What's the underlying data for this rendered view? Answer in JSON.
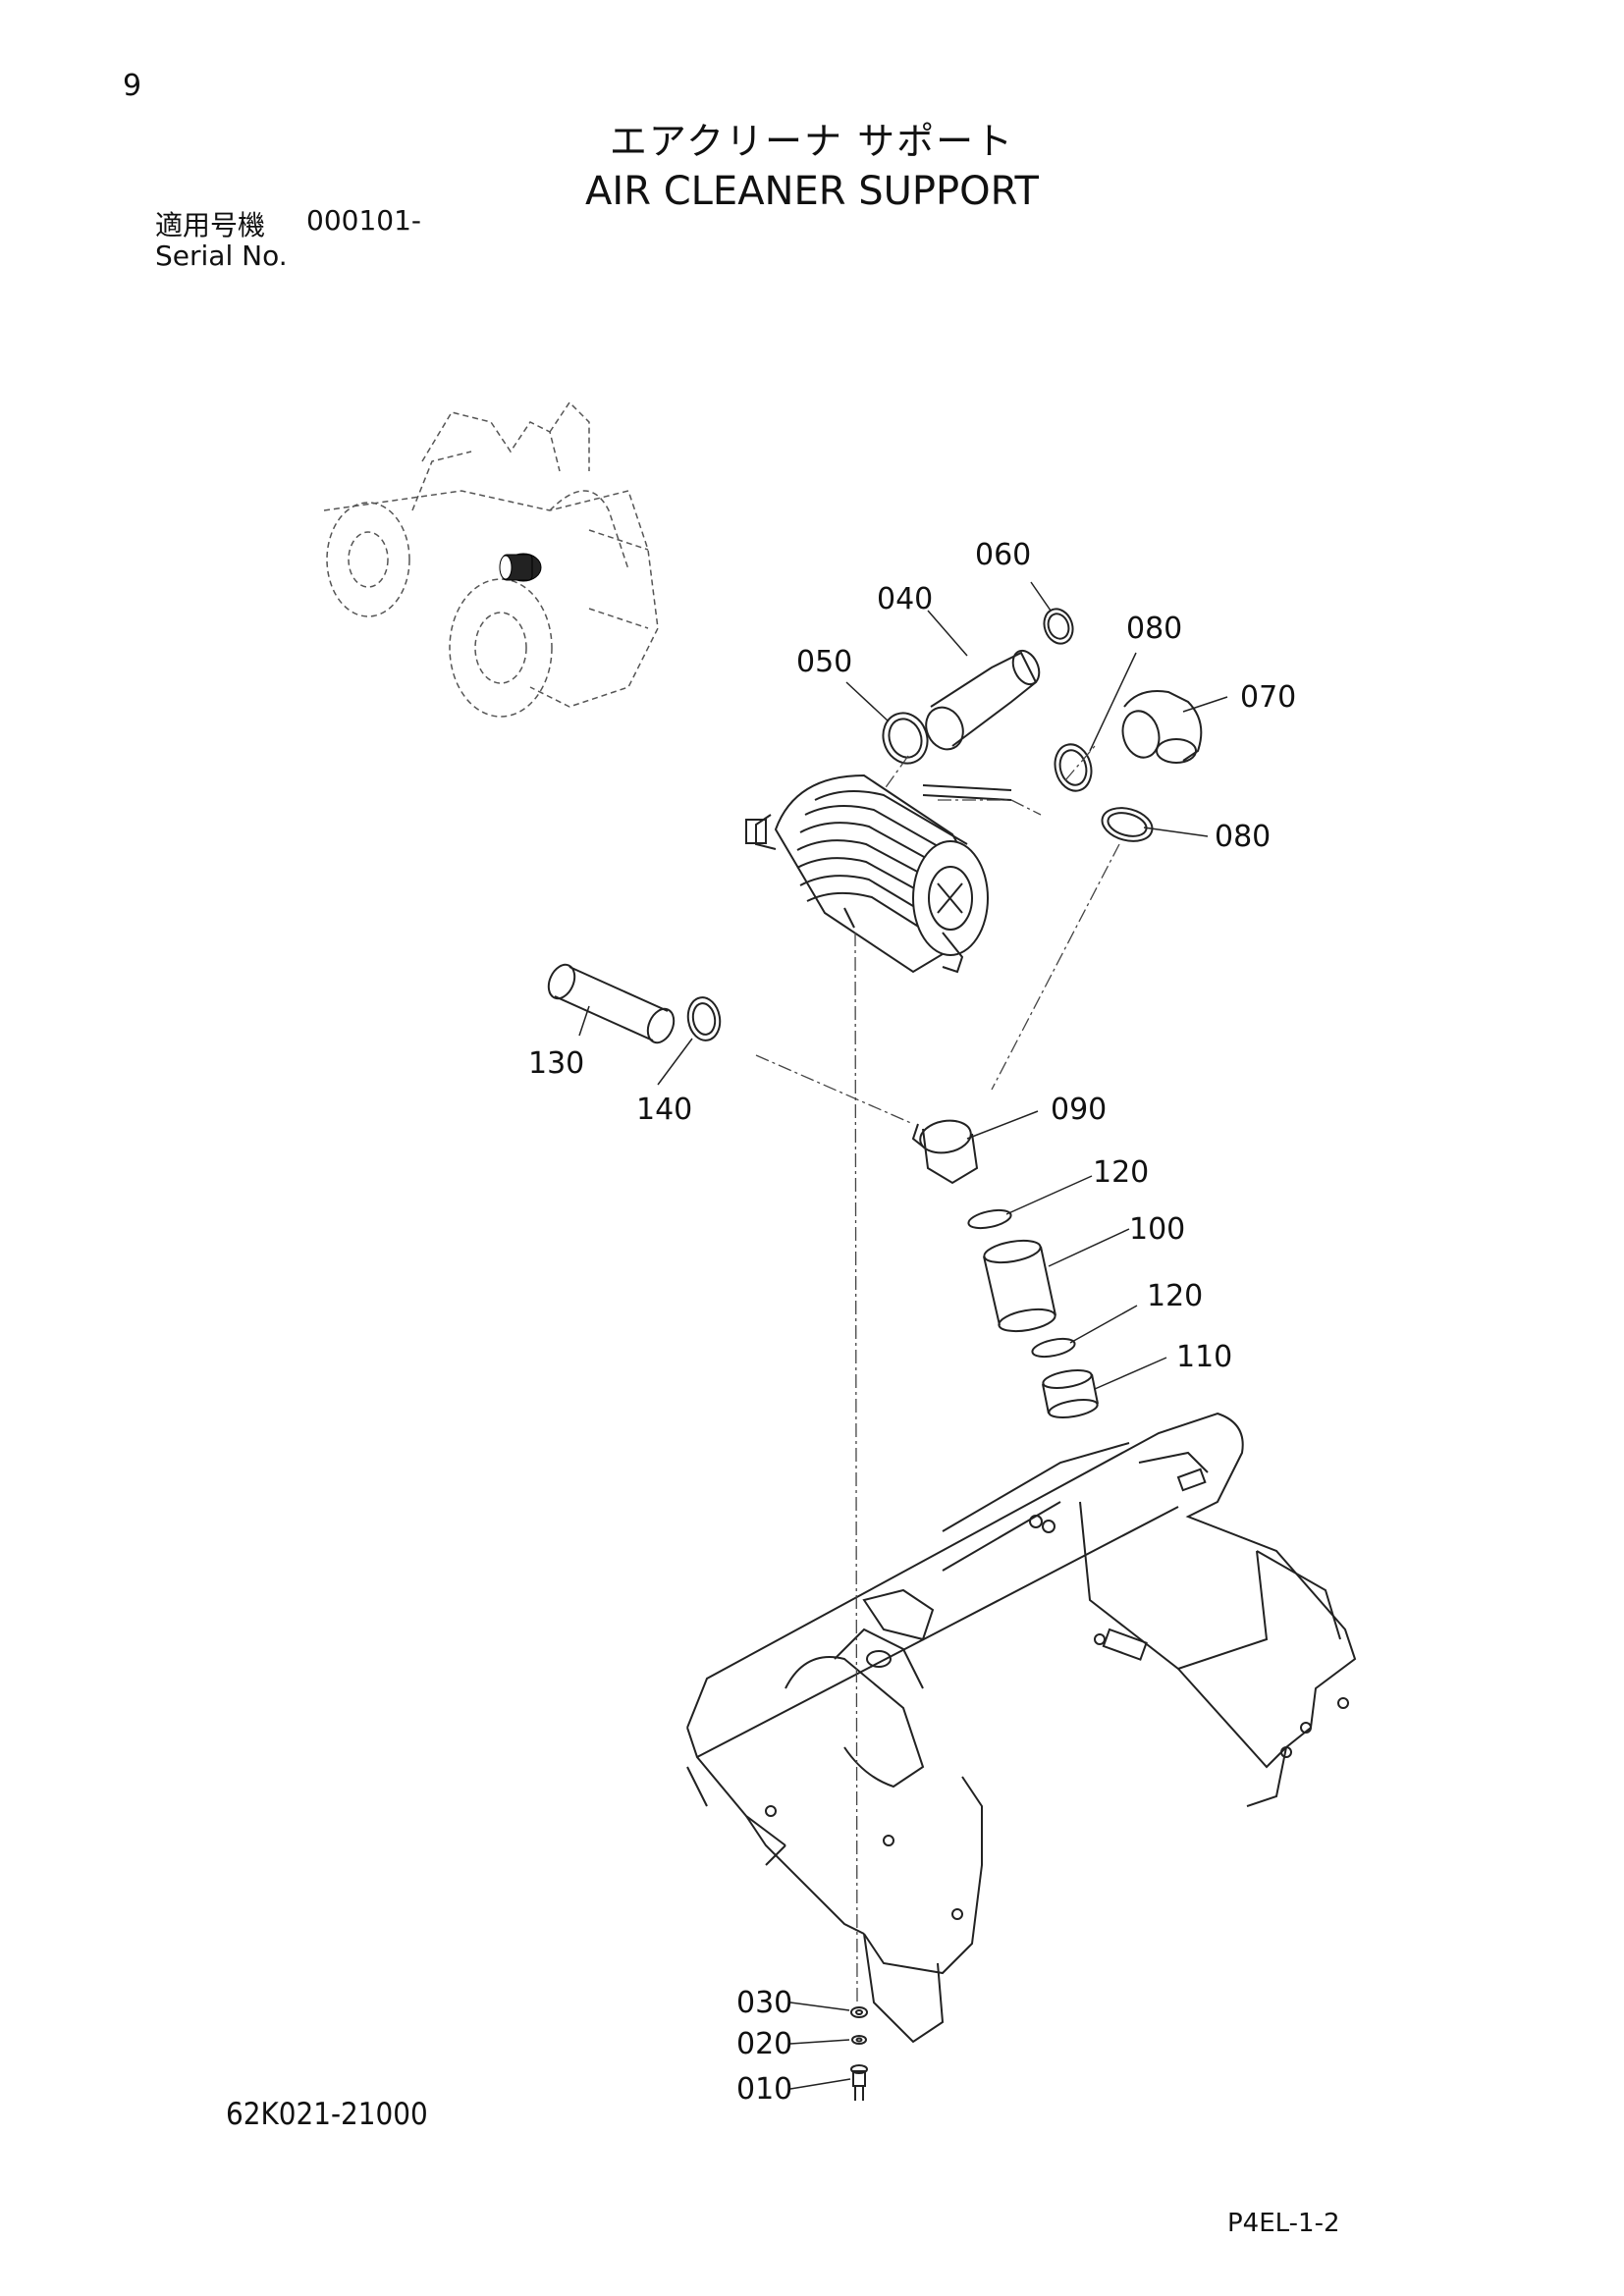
{
  "header": {
    "page_number": "9",
    "title_jp": "エアクリーナ サポート",
    "title_en": "AIR CLEANER SUPPORT",
    "serial_label_jp": "適用号機",
    "serial_value": "000101-",
    "serial_label_en": "Serial No."
  },
  "callouts": {
    "p010": "010",
    "p020": "020",
    "p030": "030",
    "p040": "040",
    "p050": "050",
    "p060": "060",
    "p070": "070",
    "p080a": "080",
    "p080b": "080",
    "p090": "090",
    "p100": "100",
    "p110": "110",
    "p120a": "120",
    "p120b": "120",
    "p130": "130",
    "p140": "140"
  },
  "footer": {
    "drawing_number": "62K021-21000",
    "page_code": "P4EL-1-2"
  }
}
